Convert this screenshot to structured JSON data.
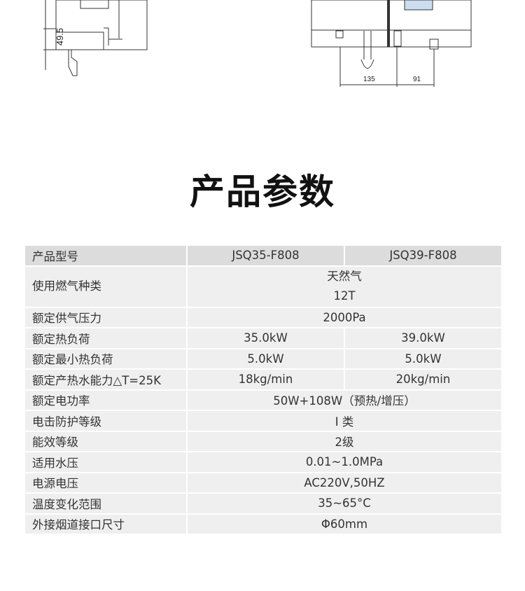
{
  "diagram": {
    "side_dim": "49.5",
    "dim_a": "135",
    "dim_b": "91"
  },
  "title": "产品参数",
  "table": {
    "header": {
      "label": "产品型号",
      "models": [
        "JSQ35-F808",
        "JSQ39-F808"
      ]
    },
    "rows": [
      {
        "label": "使用燃气种类",
        "value": "天然气",
        "value2": "12T"
      },
      {
        "label": "额定供气压力",
        "value": "2000Pa"
      },
      {
        "label": "额定热负荷",
        "values": [
          "35.0kW",
          "39.0kW"
        ]
      },
      {
        "label": "额定最小热负荷",
        "values": [
          "5.0kW",
          "5.0kW"
        ]
      },
      {
        "label": "额定产热水能力△T=25K",
        "values": [
          "18kg/min",
          "20kg/min"
        ]
      },
      {
        "label": "额定电功率",
        "value": "50W+108W（预热/增压）"
      },
      {
        "label": "电击防护等级",
        "value": "I 类"
      },
      {
        "label": "能效等级",
        "value": "2级"
      },
      {
        "label": "适用水压",
        "value": "0.01~1.0MPa"
      },
      {
        "label": "电源电压",
        "value": "AC220V,50HZ"
      },
      {
        "label": "温度变化范围",
        "value": "35~65°C"
      },
      {
        "label": "外接烟道接口尺寸",
        "value": "Φ60mm"
      }
    ]
  }
}
